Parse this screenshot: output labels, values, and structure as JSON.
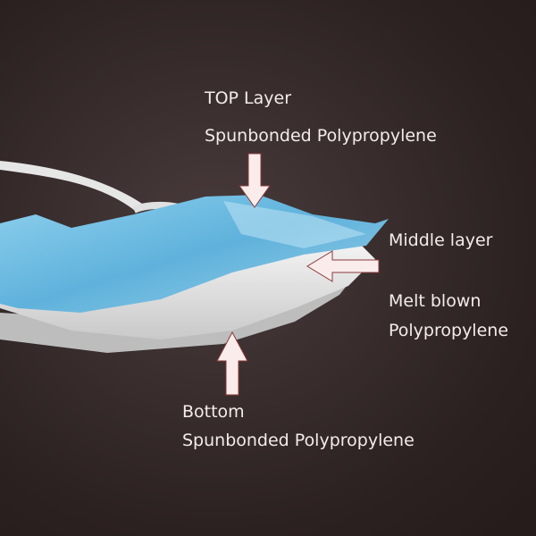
{
  "image": {
    "subject": "Three-layer surgical face mask cross-section",
    "background_color": "#2c2020",
    "mask_colors": {
      "outer_layer": "#6fb8dc",
      "middle_layer": "#e6e6e6",
      "bottom_layer": "#cfcfcf",
      "ear_loop": "#e8e8e8"
    },
    "arrow_fill": "#fbecec",
    "arrow_stroke": "#8a3a3a"
  },
  "annotations": {
    "top": {
      "title": "TOP Layer",
      "material": "Spunbonded Polypropylene"
    },
    "middle": {
      "title": "Middle layer",
      "material_line1": "Melt blown",
      "material_line2": "Polypropylene"
    },
    "bottom": {
      "title": "Bottom",
      "material": "Spunbonded Polypropylene"
    }
  }
}
